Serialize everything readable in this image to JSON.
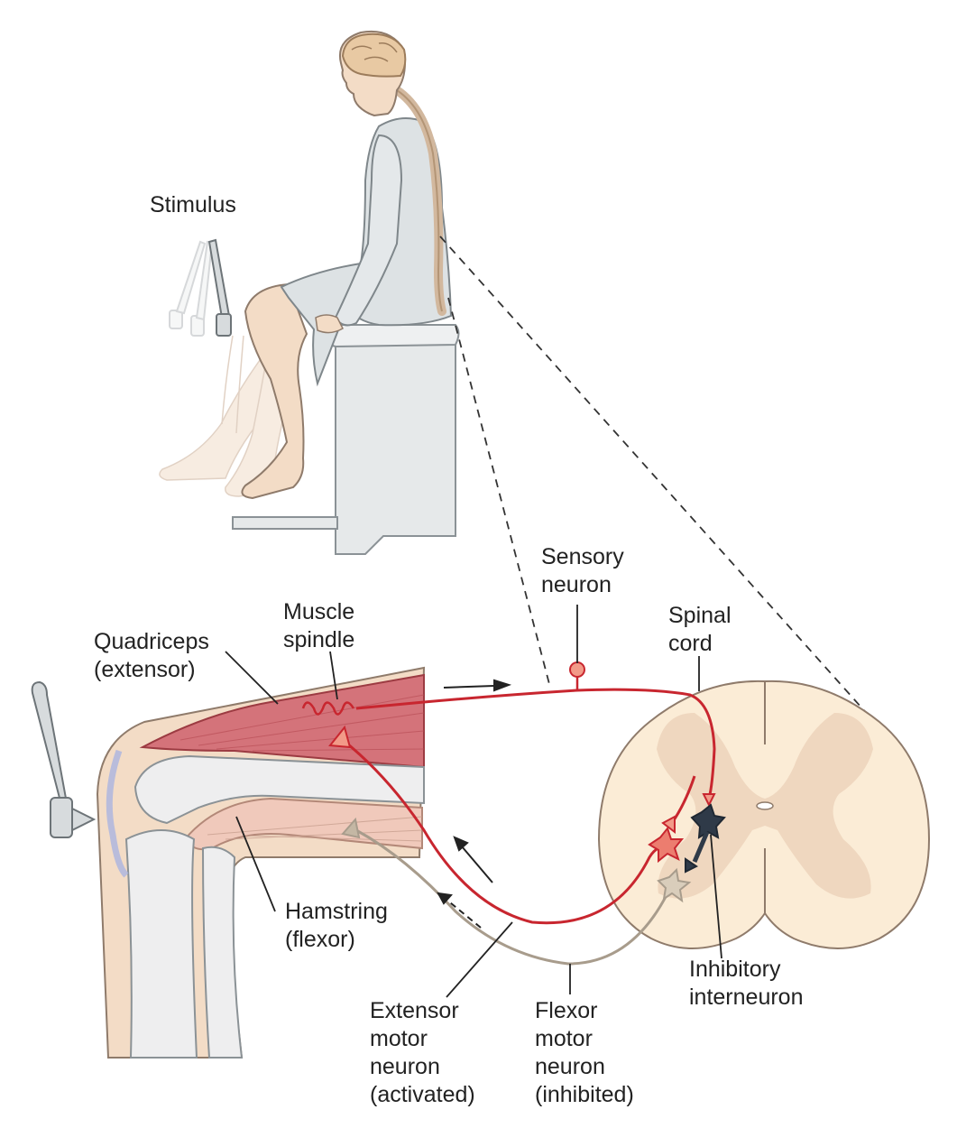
{
  "labels": {
    "stimulus": "Stimulus",
    "sensory_neuron": [
      "Sensory",
      "neuron"
    ],
    "spinal_cord": [
      "Spinal",
      "cord"
    ],
    "muscle_spindle": [
      "Muscle",
      "spindle"
    ],
    "quadriceps": [
      "Quadriceps",
      "(extensor)"
    ],
    "hamstring": [
      "Hamstring",
      "(flexor)"
    ],
    "inhibitory_interneuron": [
      "Inhibitory",
      "interneuron"
    ],
    "extensor_motor_neuron": [
      "Extensor",
      "motor",
      "neuron",
      "(activated)"
    ],
    "flexor_motor_neuron": [
      "Flexor",
      "motor",
      "neuron",
      "(inhibited)"
    ]
  },
  "colors": {
    "sensory_pathway": "#c8262f",
    "motor_pathway": "#a89c8c",
    "interneuron": "#2f3a48",
    "muscle": "#d4737a",
    "spinal_gray_matter": "#efd7bf",
    "spinal_white_matter": "#fbecd6",
    "skin": "#f3dcc6",
    "gown": "#dde2e4"
  }
}
